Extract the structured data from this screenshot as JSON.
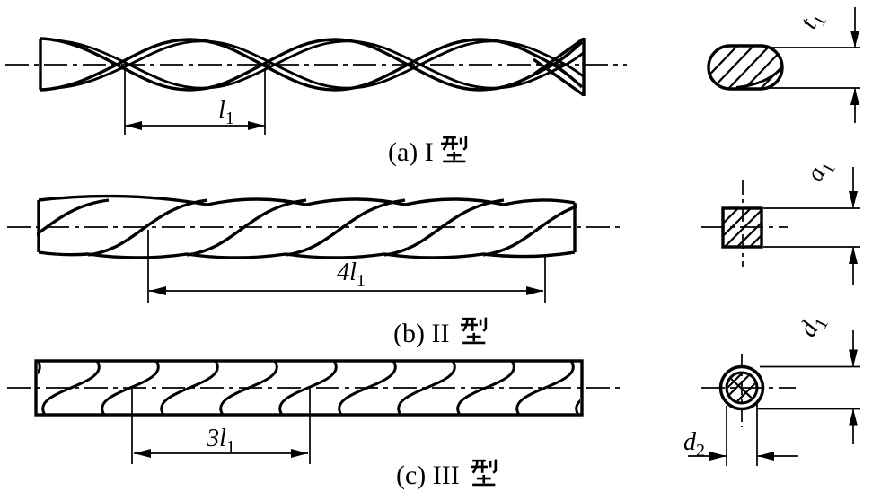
{
  "figure": {
    "colors": {
      "ink": "#000000",
      "background": "#ffffff"
    },
    "rows": [
      {
        "caption_latin": "(a) I",
        "caption_cjk": "型",
        "dim_label": {
          "base": "l",
          "sub": "1"
        }
      },
      {
        "caption_latin": "(b) II",
        "caption_cjk": "型",
        "dim_label": {
          "base": "4l",
          "sub": "1"
        }
      },
      {
        "caption_latin": "(c) III",
        "caption_cjk": "型",
        "dim_label": {
          "base": "3l",
          "sub": "1"
        }
      }
    ],
    "sections": [
      {
        "name": "flattened-oval-section",
        "dim_label": {
          "base": "t",
          "sub": "1"
        }
      },
      {
        "name": "square-section",
        "dim_label": {
          "base": "a",
          "sub": "1"
        }
      },
      {
        "name": "round-section",
        "dim_label_outer": {
          "base": "d",
          "sub": "1"
        },
        "dim_label_inner": {
          "base": "d",
          "sub": "2"
        }
      }
    ]
  }
}
